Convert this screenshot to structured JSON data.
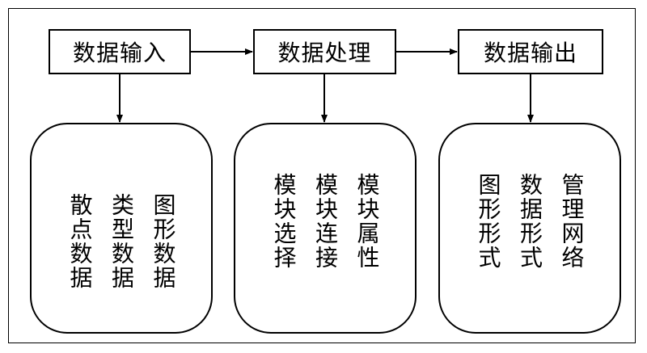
{
  "header": {
    "input": "数据输入",
    "process": "数据处理",
    "output": "数据输出"
  },
  "groups": [
    {
      "items": [
        "散点数据",
        "类型数据",
        "图形数据"
      ]
    },
    {
      "items": [
        "模块选择",
        "模块连接",
        "模块属性"
      ]
    },
    {
      "items": [
        "图形形式",
        "数据形式",
        "管理网络"
      ]
    }
  ]
}
